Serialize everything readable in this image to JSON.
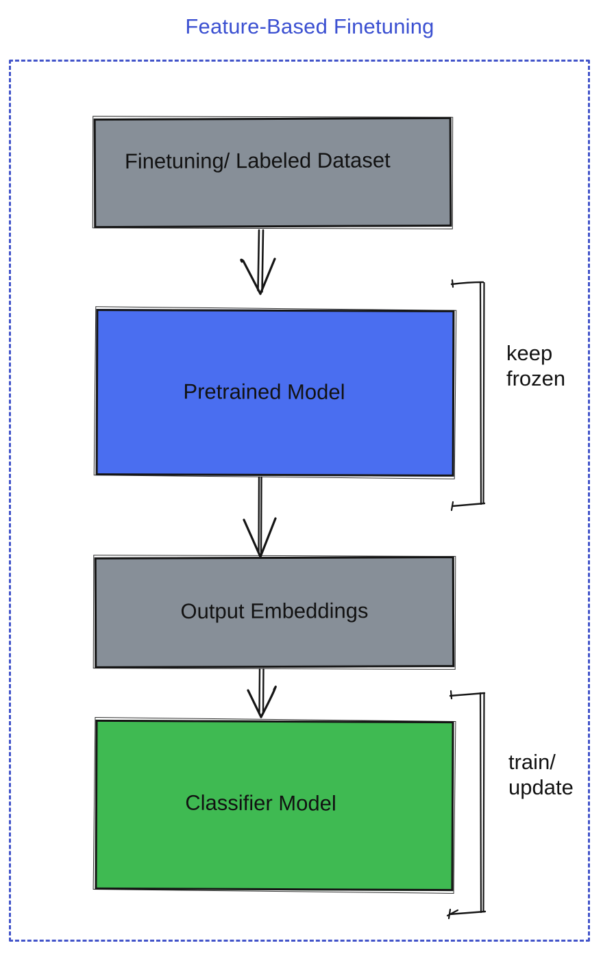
{
  "title": "Feature-Based Finetuning",
  "colors": {
    "title_text": "#3b50d1",
    "outer_dashed_border": "#4153c9",
    "sketch_stroke": "#151515",
    "gray_box": "#878f98",
    "blue_box": "#4a6ef0",
    "green_box": "#3fba52"
  },
  "diagram": {
    "type": "flowchart",
    "direction": "top-down",
    "nodes": [
      {
        "id": "dataset",
        "label": "Finetuning/ Labeled Dataset",
        "fill": "#878f98"
      },
      {
        "id": "pretrained",
        "label": "Pretrained Model",
        "fill": "#4a6ef0"
      },
      {
        "id": "embeddings",
        "label": "Output Embeddings",
        "fill": "#878f98"
      },
      {
        "id": "classifier",
        "label": "Classifier Model",
        "fill": "#3fba52"
      }
    ],
    "edges": [
      {
        "from": "dataset",
        "to": "pretrained",
        "style": "hand-drawn double-line arrow"
      },
      {
        "from": "pretrained",
        "to": "embeddings",
        "style": "hand-drawn double-line arrow"
      },
      {
        "from": "embeddings",
        "to": "classifier",
        "style": "hand-drawn double-line arrow"
      }
    ],
    "annotations": [
      {
        "target": "pretrained",
        "bracket_side": "right",
        "line1": "keep",
        "line2": "frozen"
      },
      {
        "target": "classifier",
        "bracket_side": "right",
        "line1": "train/",
        "line2": "update"
      }
    ]
  }
}
